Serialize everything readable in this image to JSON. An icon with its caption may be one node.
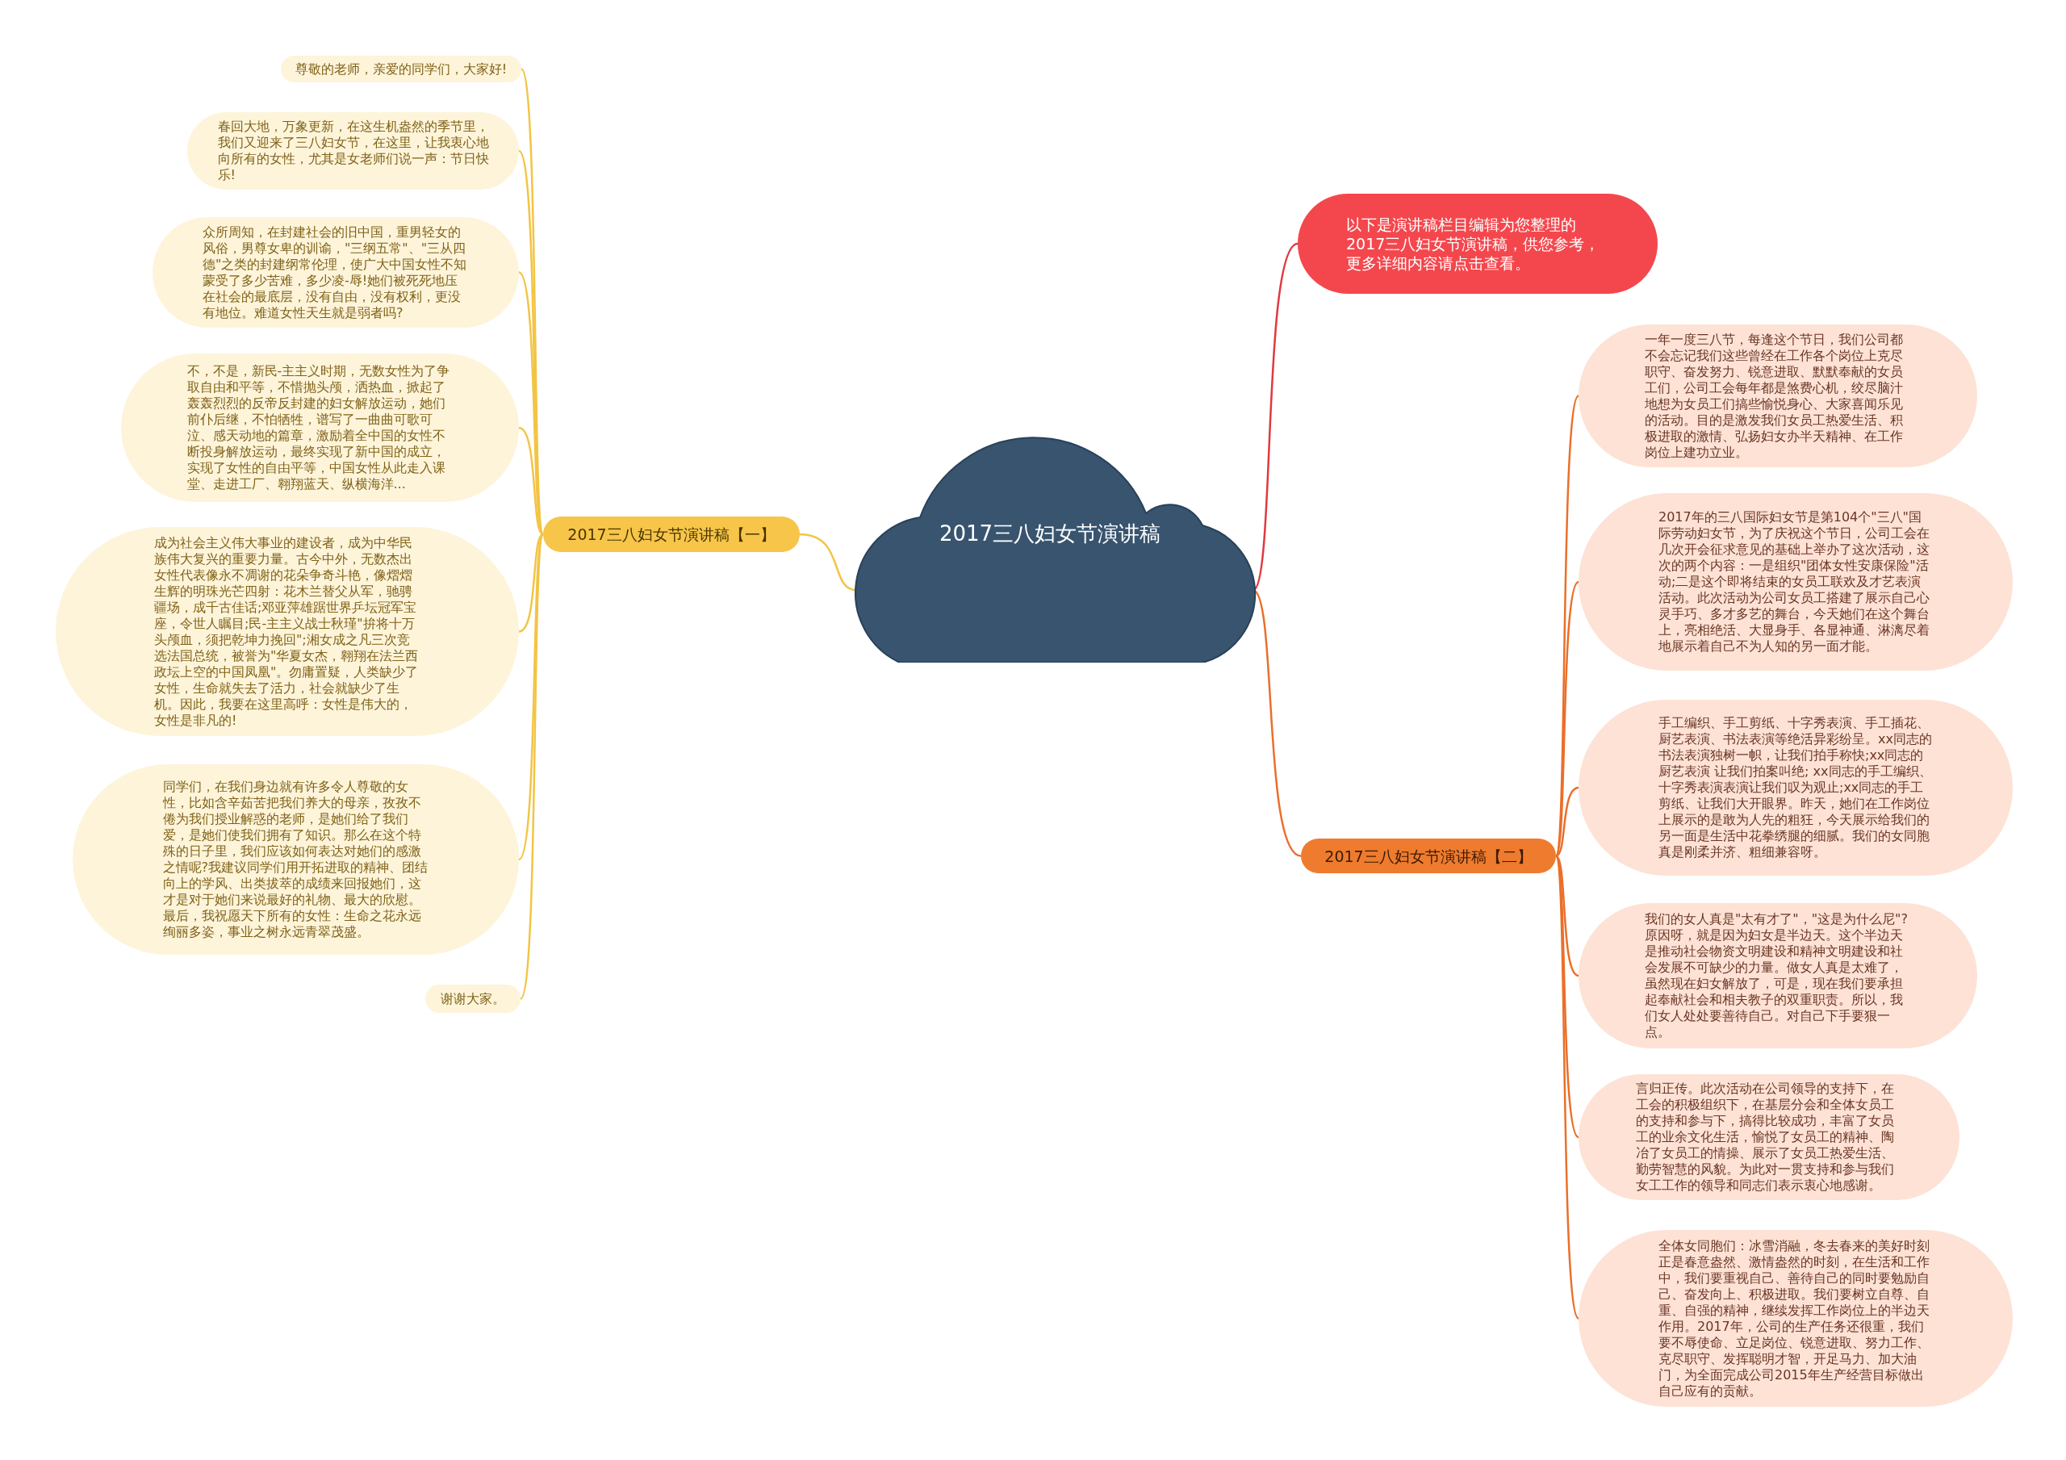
{
  "diagram": {
    "nodes": [
      {
        "text": [
          "2017三八妇女节演讲稿"
        ]
      },
      {
        "text": [
          "2017三八妇女节演讲稿【一】"
        ]
      },
      {
        "text": [
          "尊敬的老师，亲爱的同学们，大家好!"
        ]
      },
      {
        "text": [
          "春回大地，万象更新，在这生机盎然的季节里，我们又迎来了三八妇女节，在这里，让我衷心地向所有的女性，尤其是女老师们说一声：节日快乐!"
        ]
      },
      {
        "text": [
          "众所周知，在封建社会的旧中国，重男轻女的风俗，男尊女卑的训谕，\"三纲五常\"、\"三从四德\"之类的封建纲常伦理，使广大中国女性不知蒙受了多少苦难，多少凌-辱!她们被死死地压在社会的最底层，没有自由，没有权利，更没有地位。难道女性天生就是弱者吗?"
        ]
      },
      {
        "text": [
          "不，不是，新民-主主义时期，无数女性为了争取自由和平等，不惜抛头颅，洒热血，掀起了轰轰烈烈的反帝反封建的妇女解放运动，她们前仆后继，不怕牺牲，谱写了一曲曲可歌可泣、感天动地的篇章，激励着全中国的女性不断投身解放运动，最终实现了新中国的成立，实现了女性的自由平等，中国女性从此走入课堂、走进工厂、翱翔蓝天、纵横海洋..."
        ]
      },
      {
        "text": [
          "成为社会主义伟大事业的建设者，成为中华民族伟大复兴的重要力量。古今中外，无数杰出女性代表像永不凋谢的花朵争奇斗艳，像熠熠生辉的明珠光芒四射：花木兰替父从军，驰骋疆场，成千古佳话;邓亚萍雄踞世界乒坛冠军宝座，令世人瞩目;民-主主义战士秋瑾\"拚将十万头颅血，须把乾坤力挽回\";湘女成之凡三次竞选法国总统，被誉为\"华夏女杰，翱翔在法兰西政坛上空的中国凤凰\"。勿庸置疑，人类缺少了女性，生命就失去了活力，社会就缺少了生机。因此，我要在这里高呼：女性是伟大的，女性是非凡的!"
        ]
      },
      {
        "text": [
          "同学们，在我们身边就有许多令人尊敬的女性，比如含辛茹苦把我们养大的母亲，孜孜不倦为我们授业解惑的老师，是她们给了我们爱，是她们使我们拥有了知识。那么在这个特殊的日子里，我们应该如何表达对她们的感激之情呢?我建议同学们用开拓进取的精神、团结向上的学风、出类拔萃的成绩来回报她们，这才是对于她们来说最好的礼物、最大的欣慰。最后，我祝愿天下所有的女性：生命之花永远绚丽多姿，事业之树永远青翠茂盛。"
        ]
      },
      {
        "text": [
          "谢谢大家。"
        ]
      },
      {
        "text": [
          "以下是演讲稿栏目编辑为您整理的2017三八妇女节演讲稿，供您参考，更多详细内容请点击查看。"
        ]
      },
      {
        "text": [
          "2017三八妇女节演讲稿【二】"
        ]
      },
      {
        "text": [
          "一年一度三八节，每逢这个节日，我们公司都不会忘记我们这些曾经在工作各个岗位上克尽职守、奋发努力、锐意进取、默默奉献的女员工们，公司工会每年都是煞费心机，绞尽脑汁地想为女员工们搞些愉悦身心、大家喜闻乐见的活动。目的是激发我们女员工热爱生活、积极进取的激情、弘扬妇女办半天精神、在工作岗位上建功立业。"
        ]
      },
      {
        "text": [
          "2017年的三八国际妇女节是第104个\"三八\"国际劳动妇女节，为了庆祝这个节日，公司工会在几次开会征求意见的基础上举办了这次活动，这次的两个内容：一是组织\"团体女性安康保险\"活动;二是这个即将结束的女员工联欢及才艺表演活动。此次活动为公司女员工搭建了展示自己心灵手巧、多才多艺的舞台，今天她们在这个舞台上，亮相绝活、大显身手、各显神通、淋漓尽着地展示着自己不为人知的另一面才能。"
        ]
      },
      {
        "text": [
          "手工编织、手工剪纸、十字秀表演、手工插花、厨艺表演、书法表演等绝活异彩纷呈。xx同志的书法表演独树一帜，让我们拍手称快;xx同志的厨艺表演 让我们拍案叫绝; xx同志的手工编织、十字秀表演表演让我们叹为观止;xx同志的手工剪纸、让我们大开眼界。昨天，她们在工作岗位上展示的是敢为人先的粗狂，今天展示给我们的另一面是生活中花拳绣腿的细腻。我们的女同胞真是刚柔并济、粗细兼容呀。"
        ]
      },
      {
        "text": [
          "我们的女人真是\"太有才了\"，\"这是为什么尼\"?原因呀，就是因为妇女是半边天。这个半边天是推动社会物资文明建设和精神文明建设和社会发展不可缺少的力量。做女人真是太难了，虽然现在妇女解放了，可是，现在我们要承担起奉献社会和相夫教子的双重职责。所以，我们女人处处要善待自己。对自己下手要狠一点。"
        ]
      },
      {
        "text": [
          "言归正传。此次活动在公司领导的支持下，在工会的积极组织下，在基层分会和全体女员工的支持和参与下，搞得比较成功，丰富了女员工的业余文化生活，愉悦了女员工的精神、陶冶了女员工的情操、展示了女员工热爱生活、勤劳智慧的风貌。为此对一贯支持和参与我们女工工作的领导和同志们表示衷心地感谢。"
        ]
      },
      {
        "text": [
          "全体女同胞们：冰雪消融，冬去春来的美好时刻正是春意盎然、激情盎然的时刻，在生活和工作中，我们要重视自己、善待自己的同时要勉励自己、奋发向上、积极进取。我们要树立自尊、自重、自强的精神，继续发挥工作岗位上的半边天作用。2017年，公司的生产任务还很重，我们要不辱使命、立足岗位、锐意进取、努力工作、克尽职守、发挥聪明才智，开足马力、加大油门，为全面完成公司2015年生产经营目标做出自己应有的贡献。"
        ]
      }
    ],
    "edges": [
      {
        "from": 0,
        "to": 1,
        "arrow": "none",
        "color": "#f3c444"
      },
      {
        "from": 1,
        "to": 2,
        "arrow": "none",
        "color": "#f3c444"
      },
      {
        "from": 1,
        "to": 3,
        "arrow": "none",
        "color": "#f3c444"
      },
      {
        "from": 1,
        "to": 4,
        "arrow": "none",
        "color": "#f3c444"
      },
      {
        "from": 1,
        "to": 5,
        "arrow": "none",
        "color": "#f3c444"
      },
      {
        "from": 1,
        "to": 6,
        "arrow": "none",
        "color": "#f3c444"
      },
      {
        "from": 1,
        "to": 7,
        "arrow": "none",
        "color": "#f3c444"
      },
      {
        "from": 1,
        "to": 8,
        "arrow": "none",
        "color": "#f3c444"
      },
      {
        "from": 0,
        "to": 9,
        "arrow": "none",
        "color": "#e0393e"
      },
      {
        "from": 0,
        "to": 10,
        "arrow": "none",
        "color": "#ea6f2a"
      },
      {
        "from": 10,
        "to": 11,
        "arrow": "none",
        "color": "#ea6f2a"
      },
      {
        "from": 10,
        "to": 12,
        "arrow": "none",
        "color": "#ea6f2a"
      },
      {
        "from": 10,
        "to": 13,
        "arrow": "none",
        "color": "#ea6f2a"
      },
      {
        "from": 10,
        "to": 14,
        "arrow": "none",
        "color": "#ea6f2a"
      },
      {
        "from": 10,
        "to": 15,
        "arrow": "none",
        "color": "#ea6f2a"
      },
      {
        "from": 10,
        "to": 16,
        "arrow": "none",
        "color": "#ea6f2a"
      }
    ]
  }
}
